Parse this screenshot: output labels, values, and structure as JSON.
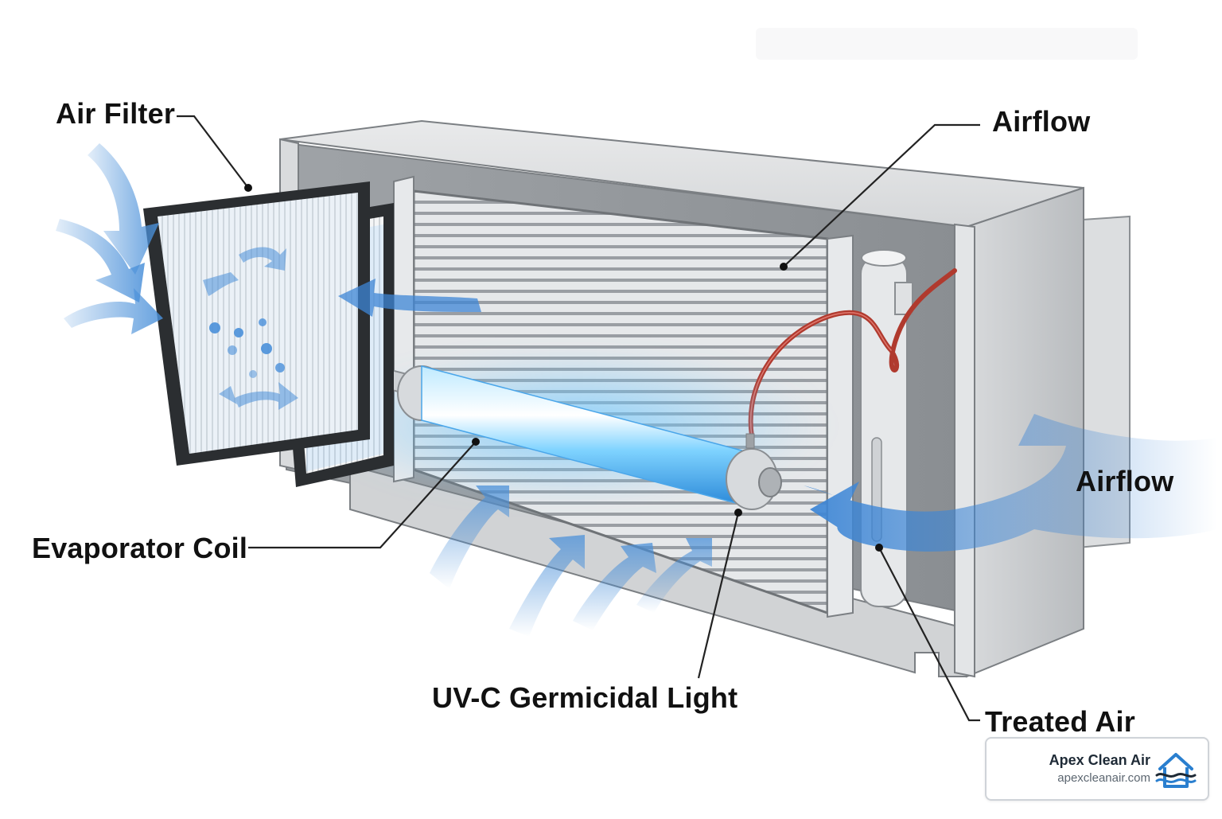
{
  "labels": {
    "air_filter": "Air Filter",
    "airflow_top": "Airflow",
    "evaporator_coil": "Evaporator Coil",
    "airflow_right": "Airflow",
    "uvc_light": "UV-C Germicidal Light",
    "treated_air": "Treated Air"
  },
  "brand": {
    "name": "Apex Clean Air",
    "url": "apexcleanair.com",
    "logo_icon": "house-wave-icon"
  },
  "colors": {
    "airflow_blue": "#4a90d9",
    "uv_glow": "#7fd3ff",
    "housing_gray": "#c9cbce",
    "filter_frame": "#2b2e31",
    "wire_red": "#c0392b"
  }
}
